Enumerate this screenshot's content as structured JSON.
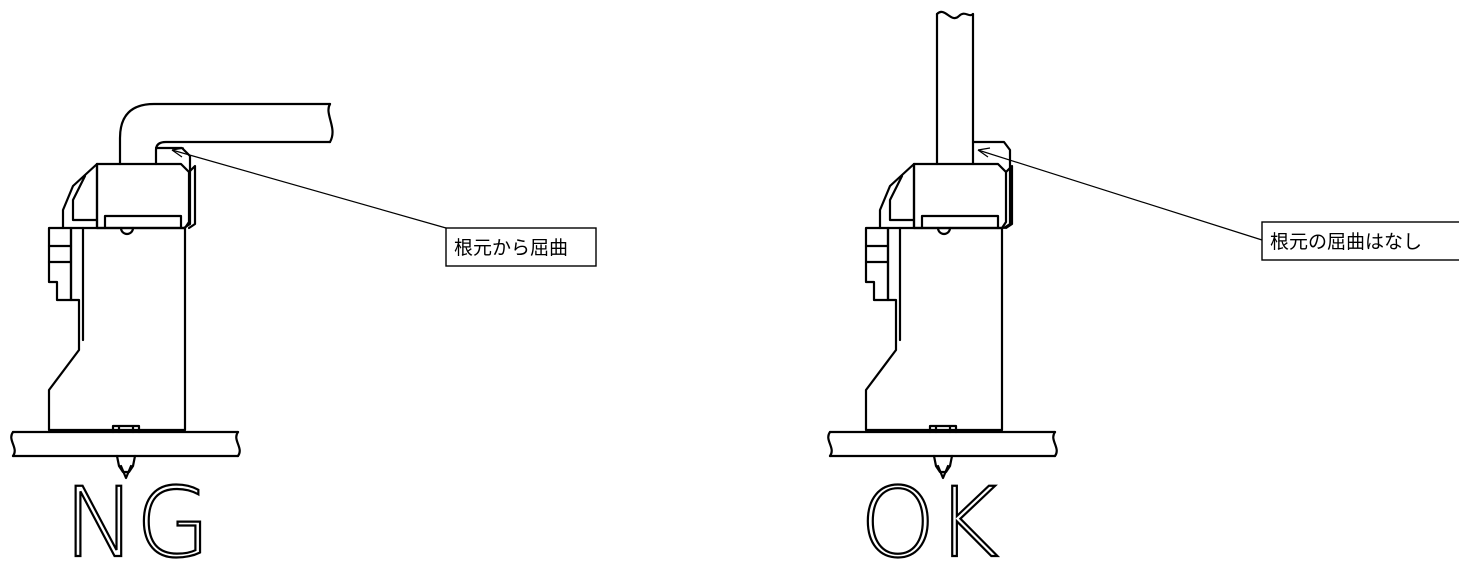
{
  "panels": [
    {
      "id": "ng",
      "callout": "根元から屈曲",
      "verdict": "NG"
    },
    {
      "id": "ok",
      "callout": "根元の屈曲はなし",
      "verdict": "OK"
    }
  ]
}
